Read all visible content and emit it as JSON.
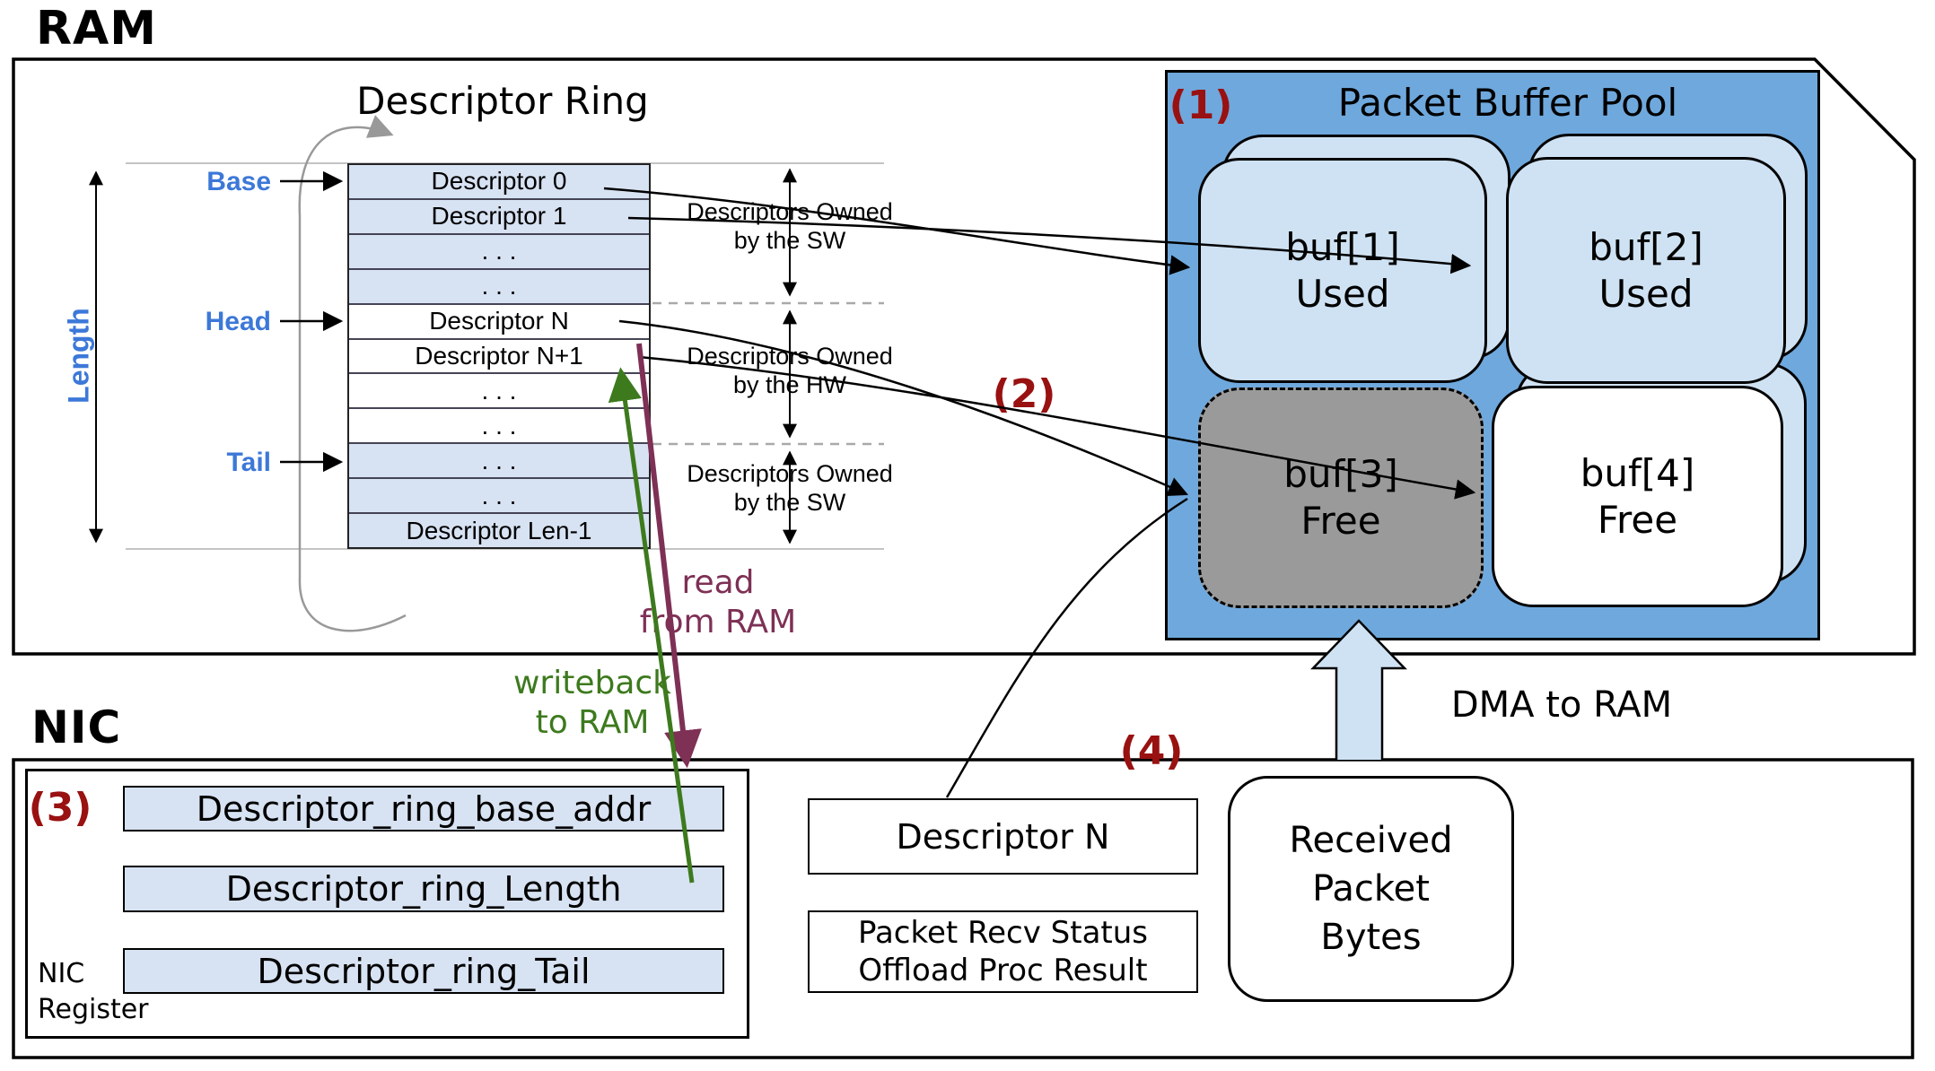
{
  "colors": {
    "pool-blue": "#6fa8dc",
    "buf-light": "#cfe2f3",
    "row-blue": "#d7e2f2",
    "gray-buf": "#9a9a9a",
    "label-blue": "#3c78d8",
    "step-red": "#991111",
    "green": "#3d7a1e",
    "maroon": "#7e3055"
  },
  "ram": {
    "title": "RAM"
  },
  "ring": {
    "title": "Descriptor Ring",
    "pointer_base": "Base",
    "pointer_head": "Head",
    "pointer_tail": "Tail",
    "length_label": "Length",
    "rows": [
      {
        "label": "Descriptor 0"
      },
      {
        "label": "Descriptor 1"
      },
      {
        "label": ". . ."
      },
      {
        "label": ". . ."
      },
      {
        "label": "Descriptor N"
      },
      {
        "label": "Descriptor N+1"
      },
      {
        "label": ". . ."
      },
      {
        "label": ". . ."
      },
      {
        "label": ". . ."
      },
      {
        "label": ". . ."
      },
      {
        "label": "Descriptor Len-1"
      }
    ],
    "ownership": [
      {
        "line1": "Descriptors Owned",
        "line2": "by the SW"
      },
      {
        "line1": "Descriptors Owned",
        "line2": "by the HW"
      },
      {
        "line1": "Descriptors Owned",
        "line2": "by the SW"
      }
    ]
  },
  "pool": {
    "title": "Packet Buffer Pool",
    "buffers": [
      {
        "name": "buf[1]",
        "state": "Used"
      },
      {
        "name": "buf[2]",
        "state": "Used"
      },
      {
        "name": "buf[3]",
        "state": "Free"
      },
      {
        "name": "buf[4]",
        "state": "Free"
      }
    ]
  },
  "steps": {
    "s1": "(1)",
    "s2": "(2)",
    "s3": "(3)",
    "s4": "(4)"
  },
  "flows": {
    "read_line1": "read",
    "read_line2": "from RAM",
    "writeback_line1": "writeback",
    "writeback_line2": "to RAM",
    "dma": "DMA to RAM"
  },
  "nic": {
    "title": "NIC",
    "registers": [
      {
        "label": "Descriptor_ring_base_addr"
      },
      {
        "label": "Descriptor_ring_Length"
      },
      {
        "label": "Descriptor_ring_Tail"
      }
    ],
    "caption_line1": "NIC",
    "caption_line2": "Register",
    "descriptor_copy": "Descriptor N",
    "recv_status_line1": "Packet Recv Status",
    "recv_status_line2": "Offload Proc Result",
    "received_line1": "Received",
    "received_line2": "Packet",
    "received_line3": "Bytes"
  }
}
